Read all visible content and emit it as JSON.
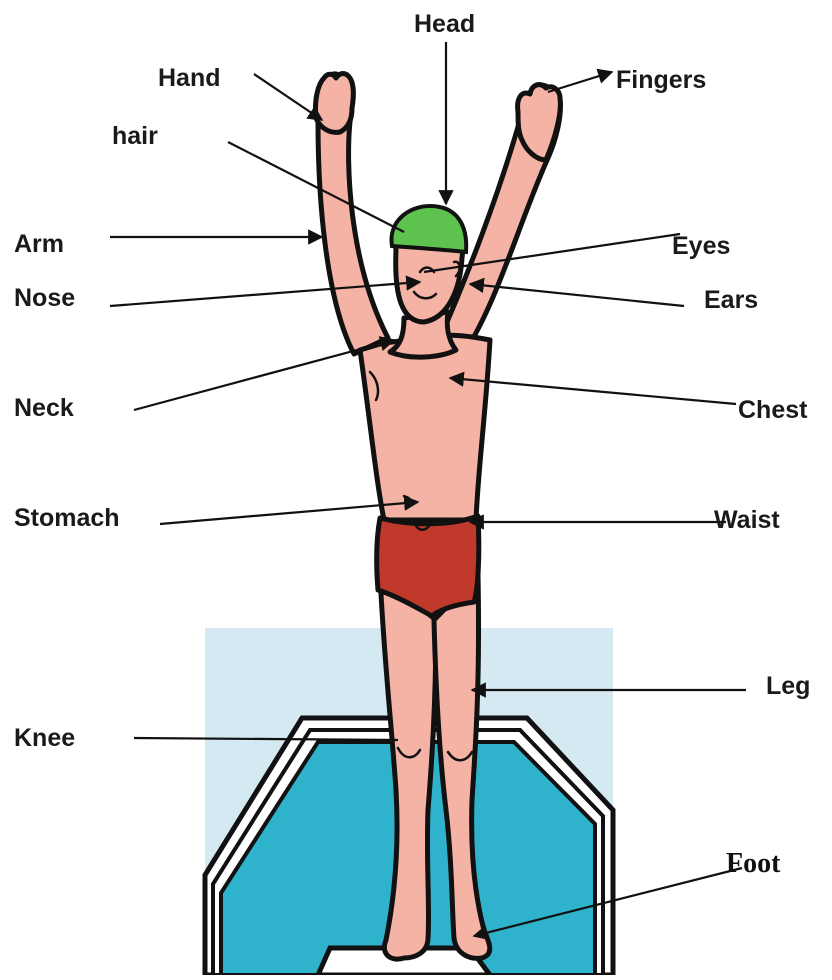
{
  "labels": {
    "head": "Head",
    "hand": "Hand",
    "fingers": "Fingers",
    "hair": "hair",
    "arm": "Arm",
    "eyes": "Eyes",
    "nose": "Nose",
    "ears": "Ears",
    "neck": "Neck",
    "chest": "Chest",
    "stomach": "Stomach",
    "waist": "Waist",
    "leg": "Leg",
    "knee": "Knee",
    "foot": "Foot"
  },
  "colors": {
    "skin": "#f5b3a6",
    "cap": "#5dc24e",
    "trunks": "#c0392b",
    "pool_light": "#d4e9f1",
    "pool_water": "#2fb3cc",
    "outline": "#111111"
  }
}
